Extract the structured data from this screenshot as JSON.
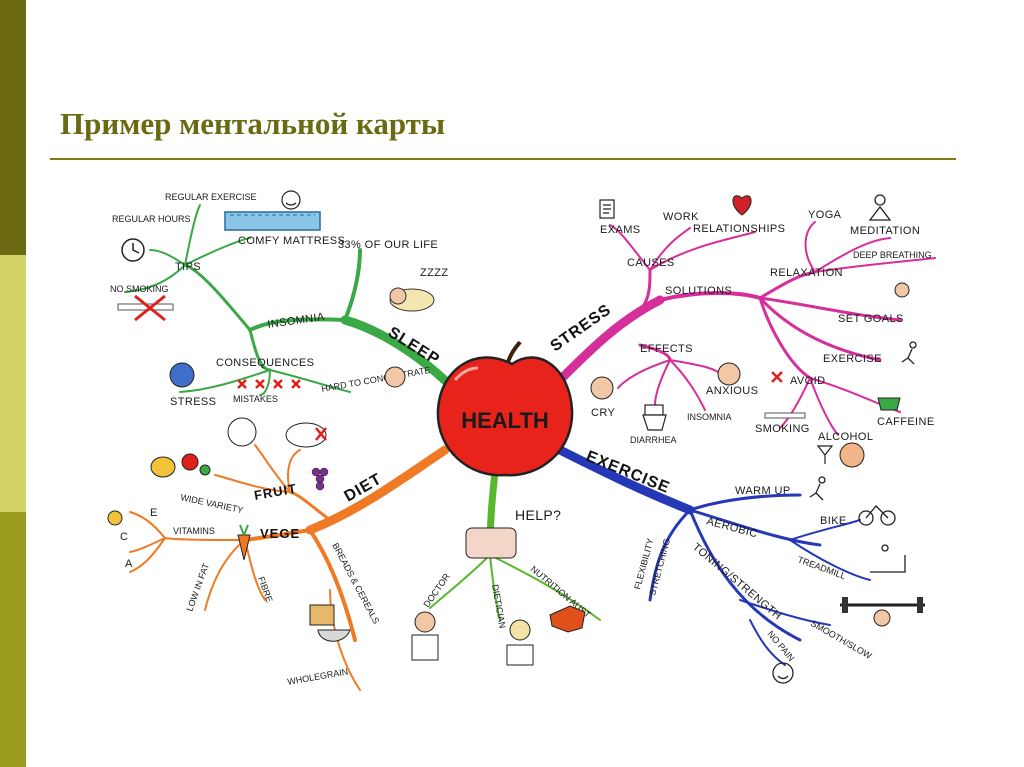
{
  "slide": {
    "title": "Пример ментальной карты"
  },
  "mindmap": {
    "center": "HEALTH",
    "sleep": {
      "label": "SLEEP",
      "subtitle": "33% OF OUR LIFE",
      "zzz": "ZZZZ",
      "insomnia": "INSOMNIA",
      "tips": "TIPS",
      "regular_exercise": "REGULAR EXERCISE",
      "regular_hours": "REGULAR HOURS",
      "comfy_mattress": "COMFY MATTRESS",
      "no_smoking": "NO SMOKING",
      "consequences": "CONSEQUENCES",
      "stress": "STRESS",
      "mistakes": "MISTAKES",
      "hard_to_concentrate": "HARD TO CONCENTRATE"
    },
    "stress": {
      "label": "STRESS",
      "causes": "CAUSES",
      "exams": "EXAMS",
      "work": "WORK",
      "relationships": "RELATIONSHIPS",
      "solutions": "SOLUTIONS",
      "relaxation": "RELAXATION",
      "yoga": "YOGA",
      "meditation": "MEDITATION",
      "deep_breathing": "DEEP BREATHING",
      "set_goals": "SET GOALS",
      "exercise": "EXERCISE",
      "avoid": "AVOID",
      "smoking": "SMOKING",
      "alcohol": "ALCOHOL",
      "caffeine": "CAFFEINE",
      "effects": "EFFECTS",
      "cry": "CRY",
      "anxious": "ANXIOUS",
      "insomnia": "INSOMNIA",
      "diarrhea": "DIARRHEA"
    },
    "diet": {
      "label": "DIET",
      "fruit": "FRUIT",
      "wide_variety": "WIDE VARIETY",
      "vege": "VEGE",
      "vitamins": "VITAMINS",
      "vit_e": "E",
      "vit_c": "C",
      "vit_a": "A",
      "low_in_fat": "LOW IN FAT",
      "fibre": "FIBRE",
      "breads_cereals": "BREADS & CEREALS",
      "wholegrain": "WHOLEGRAIN"
    },
    "help": {
      "label": "HELP?",
      "doctor": "DOCTOR",
      "dietician": "DIETICIAN",
      "nutrition_aust": "NUTRITION AUST"
    },
    "exercise": {
      "label": "EXERCISE",
      "warm_up": "WARM UP",
      "aerobic": "AEROBIC",
      "bike": "BIKE",
      "treadmill": "TREADMILL",
      "flexibility": "FLEXIBILITY",
      "stretching": "STRETCHING",
      "toning_strength": "TONING/STRENGTH",
      "smooth_slow": "SMOOTH/SLOW",
      "no_pain": "NO PAIN"
    },
    "colors": {
      "sleep": "#3aa845",
      "stress": "#d62e9a",
      "diet": "#f07a24",
      "help": "#57b82e",
      "exercise": "#2438b8",
      "apple": "#e8231c",
      "title": "#6a6a12"
    }
  }
}
